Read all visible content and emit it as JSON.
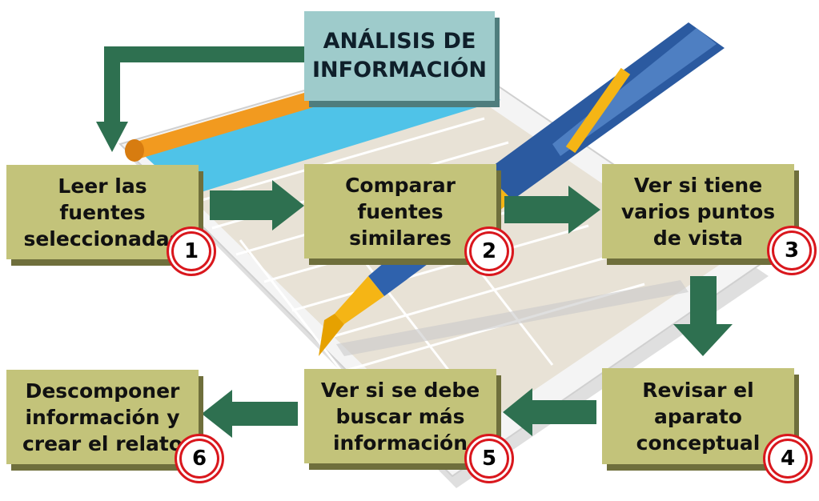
{
  "title": "ANÁLISIS DE\nINFORMACIÓN",
  "steps": [
    {
      "number": "1",
      "label": "Leer las\nfuentes\nseleccionadas"
    },
    {
      "number": "2",
      "label": "Comparar\nfuentes\nsimilares"
    },
    {
      "number": "3",
      "label": "Ver si tiene\nvarios puntos\nde vista"
    },
    {
      "number": "4",
      "label": "Revisar el\naparato\nconceptual"
    },
    {
      "number": "5",
      "label": "Ver si se debe\nbuscar más\ninformación"
    },
    {
      "number": "6",
      "label": "Descomponer\ninformación y\ncrear el relato"
    }
  ],
  "colors": {
    "box": "#c3c37a",
    "title_box": "#9ecbcb",
    "arrow": "#2e7050",
    "badge_ring": "#d9171d"
  }
}
